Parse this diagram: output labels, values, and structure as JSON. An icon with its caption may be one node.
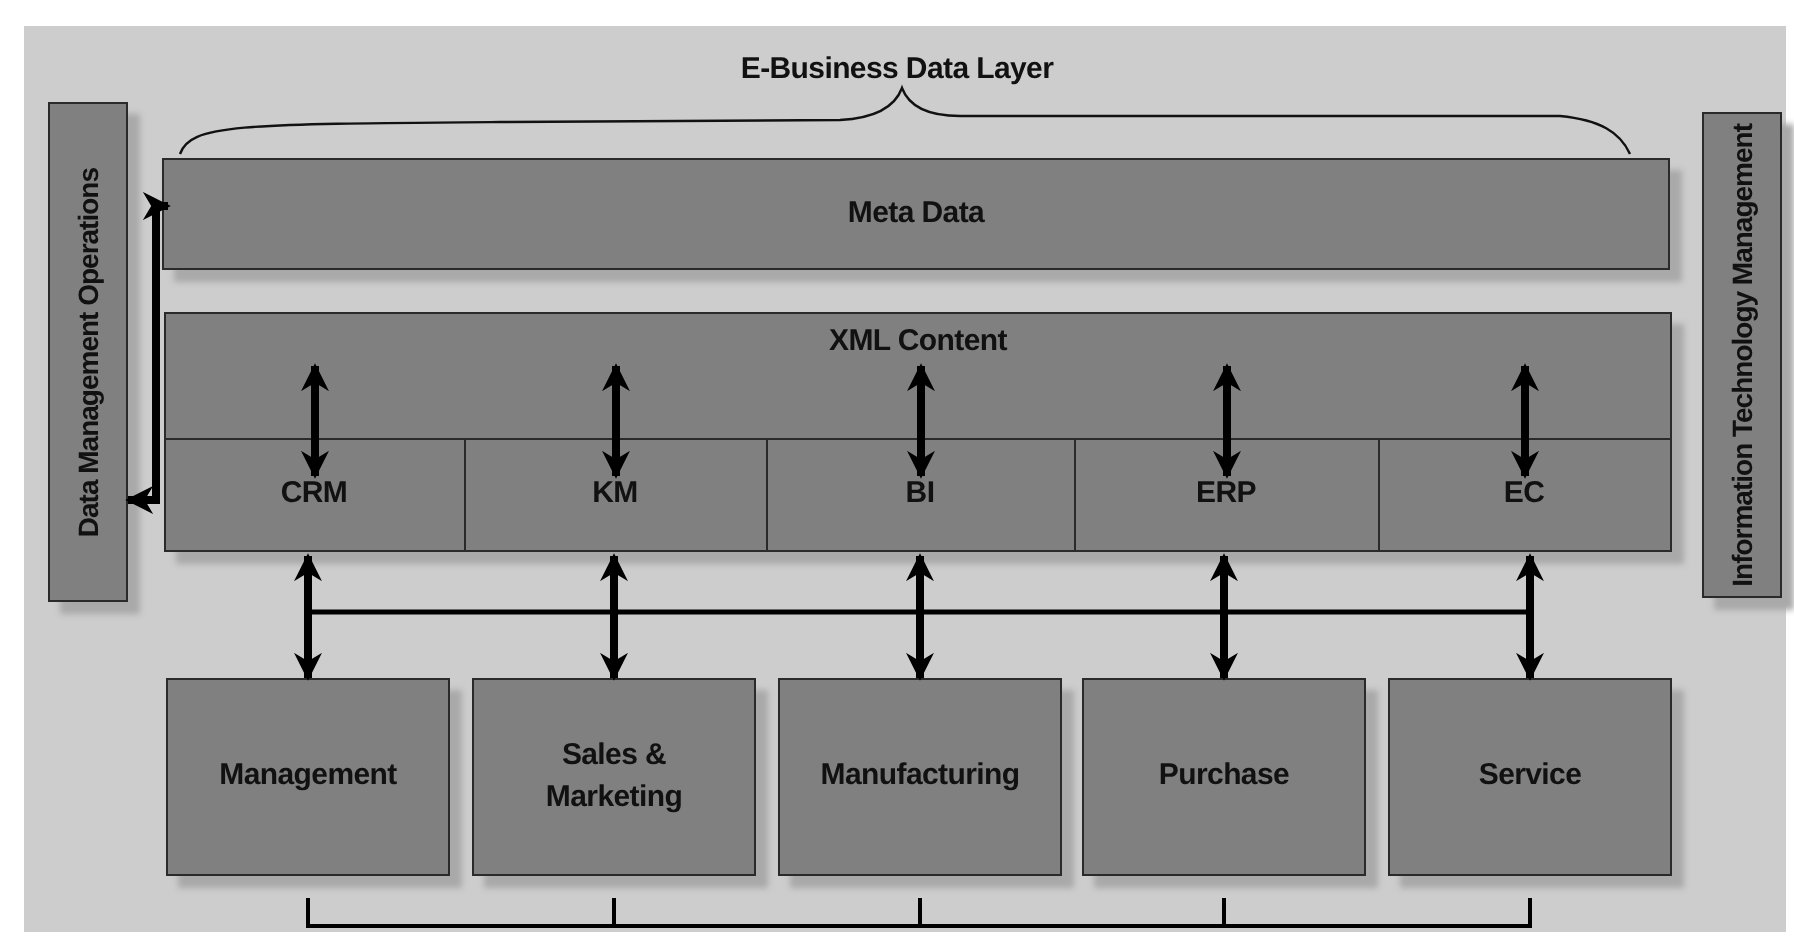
{
  "diagram": {
    "nodes": [
      {
        "text": [
          "Data Management Operations"
        ]
      },
      {
        "text": [
          "Meta Data"
        ]
      },
      {
        "text": [
          "XML Content"
        ]
      },
      {
        "text": [
          "CRM"
        ],
        "in": 2
      },
      {
        "text": [
          "KM"
        ],
        "in": 2
      },
      {
        "text": [
          "BI"
        ],
        "in": 2
      },
      {
        "text": [
          "ERP"
        ],
        "in": 2
      },
      {
        "text": [
          "EC"
        ],
        "in": 2
      },
      {
        "text": [
          "Management"
        ]
      },
      {
        "text": [
          "Sales & Marketing"
        ]
      },
      {
        "text": [
          "Manufacturing"
        ]
      },
      {
        "text": [
          "Purchase"
        ]
      },
      {
        "text": [
          "Service"
        ]
      },
      {
        "text": [
          "Information Technology Management"
        ]
      }
    ],
    "edges": [
      {
        "from": 0,
        "to": 1,
        "arrow": "both"
      },
      {
        "from": 2,
        "to": 3,
        "arrow": "both"
      },
      {
        "from": 2,
        "to": 4,
        "arrow": "both"
      },
      {
        "from": 2,
        "to": 5,
        "arrow": "both"
      },
      {
        "from": 2,
        "to": 6,
        "arrow": "both"
      },
      {
        "from": 2,
        "to": 7,
        "arrow": "both"
      },
      {
        "from": 3,
        "to": 8,
        "arrow": "both"
      },
      {
        "from": 4,
        "to": 9,
        "arrow": "both"
      },
      {
        "from": 5,
        "to": 10,
        "arrow": "both"
      },
      {
        "from": 6,
        "to": 11,
        "arrow": "both"
      },
      {
        "from": 7,
        "to": 12,
        "arrow": "both"
      },
      {
        "from": 8,
        "to": 9,
        "arrow": "none"
      },
      {
        "from": 9,
        "to": 10,
        "arrow": "none"
      },
      {
        "from": 10,
        "to": 11,
        "arrow": "none"
      },
      {
        "from": 11,
        "to": 12,
        "arrow": "none"
      }
    ],
    "labels": [
      "E-Business Data Layer"
    ]
  }
}
